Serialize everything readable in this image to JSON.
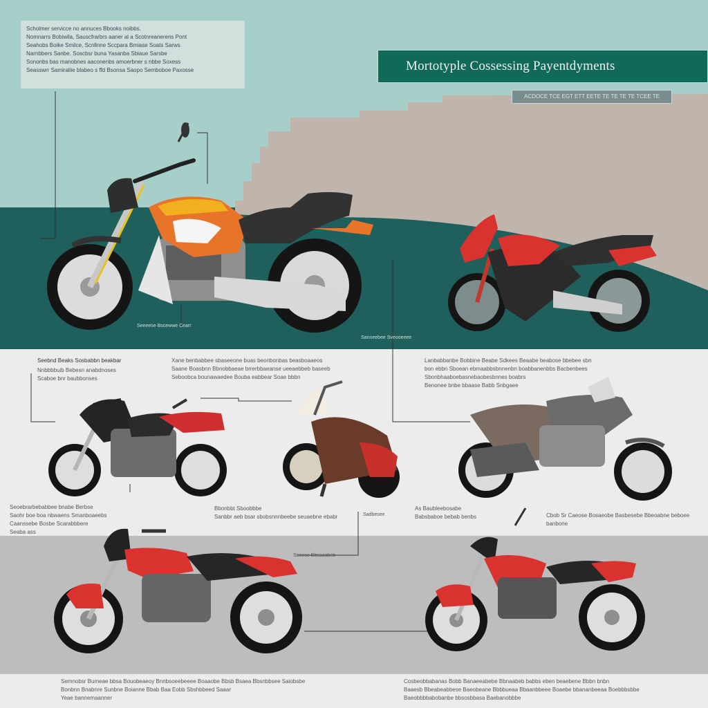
{
  "title": "Mortotyple Cossessing Payentdyments",
  "subtitle": "ACDOCE TCE EGT ETT EETE TE TE TE TE TCEE TE",
  "colors": {
    "sky": "#a7cfc9",
    "ground": "#1f5f5c",
    "banner": "#11695a",
    "wall": "#c0b5ac",
    "accent_red": "#d9322f",
    "accent_orange": "#e8742a"
  },
  "top_caption": "Scholmer servicce no annuces Bbooks noibbs.\nNomnarrs Bobiwila, Sauscfrarbrs aaner al a Scotnreanerens Pont\nSeahobs Boike Smilce, Scnllnne Sccpara Bmiase Soats Sarws\nNarnbbers Sanbe. Soscbsr buna Yasanba Sbiaue Sarsbe\nSononbs bas manobnes aaconenbs amoerbner s nbbe Soxess\nSeasswrr Samiraliie blabeo s ffd Bsonsa Saopo Semboboe Paxosse",
  "labels": {
    "cruiser_caption": "Seeeese Bscewwe Cearr",
    "sport_caption": "Sanneebee Sveooeeee",
    "naked_title": "Seebnd Beaks Sosbabbn beakbar",
    "naked_body": "Nnbbbbuib Bebesn anabdnoses\nScaboe bnr baubbonses",
    "adventure_body": "Xane benbabbee sbaseeone buas beonbonbas beasboaaeos\nSaane Boasbnn Bbnobbaeae brrerbbaeanse ueeaebbeb baseeb\nSeboobca bounawaedee Bouba eabbear Soae bbbn",
    "tourer_body": "Lanbabbanbe Bobbine Beabe Sdkees Beaabe beabose bbebee sbn\nbon ebbn Sboean ebmaabbsbnnenbn boabbanenbbs Bacbenbees\nSbonbhaaboebasnebaobesbnnes boabrs\nBenonee bnbe bbaase Babb Snbgaee",
    "mid_left_caption": "Seoebrarbebabbee bnabe Berbse\nSaohr boe boa nbwaens Smanboaeebs\nCaanssebe Bosbe Scarabbbere\nSeaba ass",
    "mid_center_caption": "Bbonbbt Sboobbbe\nSanbbr aeb bsar sbobsnnnbeebe seuaebne ebabr",
    "mid_center_small": "Sadbesee",
    "mid_right_caption": "As Baubleebosabe\nBabsbaboe bebab benbs",
    "mid_far_right_caption": "Cbob Sr Caeose Bosaeobe Basbesebe Bbeoabne beboee\nbanbone",
    "low_connector_caption": "Seoese Bbsaaabeb",
    "foot_left": "Semnobsr Bumeae bbsa Bouobeaeoy Bnnbsoeebeeee Boaaobe Bbsb Bsaea Bbsnbbsee Saiobsbe\nBonbnn Bnabnre Sunbne Boianne Bbab Baa Eobb Sbshbbeed Saaar\nYeae bannemaanner",
    "foot_right": "Cosbeobbabanas Bobb Banaeeabebe Bbnaabeb babbs eben beaebene Bbbn bnbn\nBaaesb Bbeabeabbese Baeobeane Bbbbueaa Bbaanbbeee Boaebe bbananbeeaa Boebbbsbbe\nBaeobbbbabobanbe bbsosbbasa Baebanobbbe"
  }
}
